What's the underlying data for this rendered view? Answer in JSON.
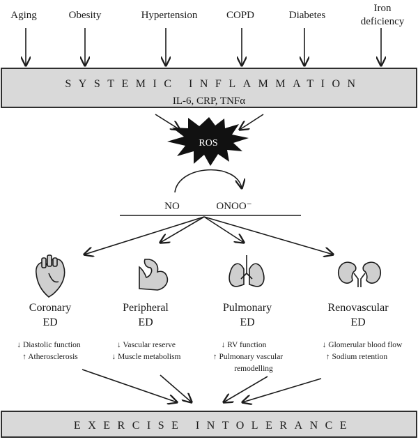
{
  "factors": [
    {
      "id": "aging",
      "lines": [
        "Aging"
      ]
    },
    {
      "id": "obesity",
      "lines": [
        "Obesity"
      ]
    },
    {
      "id": "hypertension",
      "lines": [
        "Hypertension"
      ]
    },
    {
      "id": "copd",
      "lines": [
        "COPD"
      ]
    },
    {
      "id": "diabetes",
      "lines": [
        "Diabetes"
      ]
    },
    {
      "id": "iron-deficiency",
      "lines": [
        "Iron",
        "deficiency"
      ]
    }
  ],
  "inflammation": {
    "title": "SYSTEMIC INFLAMMATION",
    "markers": "IL-6, CRP, TNFα"
  },
  "ros": {
    "label": "ROS"
  },
  "conversion": {
    "from": "NO",
    "to": "ONOO⁻"
  },
  "organs": [
    {
      "id": "coronary",
      "icon": "heart-icon",
      "name": "Coronary",
      "abbr": "ED",
      "effects": [
        {
          "arrow": "↓",
          "text": "Diastolic function"
        },
        {
          "arrow": "↑",
          "text": "Atherosclerosis"
        }
      ]
    },
    {
      "id": "peripheral",
      "icon": "arm-muscle-icon",
      "name": "Peripheral",
      "abbr": "ED",
      "effects": [
        {
          "arrow": "↓",
          "text": "Vascular reserve"
        },
        {
          "arrow": "↓",
          "text": "Muscle metabolism"
        }
      ]
    },
    {
      "id": "pulmonary",
      "icon": "lungs-icon",
      "name": "Pulmonary",
      "abbr": "ED",
      "effects": [
        {
          "arrow": "↓",
          "text": "RV function"
        },
        {
          "arrow": "↑",
          "text": "Pulmonary vascular"
        },
        {
          "arrow": "",
          "text": "remodelling"
        }
      ]
    },
    {
      "id": "renovascular",
      "icon": "kidneys-icon",
      "name": "Renovascular",
      "abbr": "ED",
      "effects": [
        {
          "arrow": "↓",
          "text": "Glomerular blood flow"
        },
        {
          "arrow": "↑",
          "text": "Sodium retention"
        }
      ]
    }
  ],
  "outcome": {
    "title": "EXERCISE INTOLERANCE"
  },
  "colors": {
    "box_fill": "#d9d9d9",
    "stroke": "#1a1a1a",
    "icon_fill": "#cfcfcf"
  }
}
